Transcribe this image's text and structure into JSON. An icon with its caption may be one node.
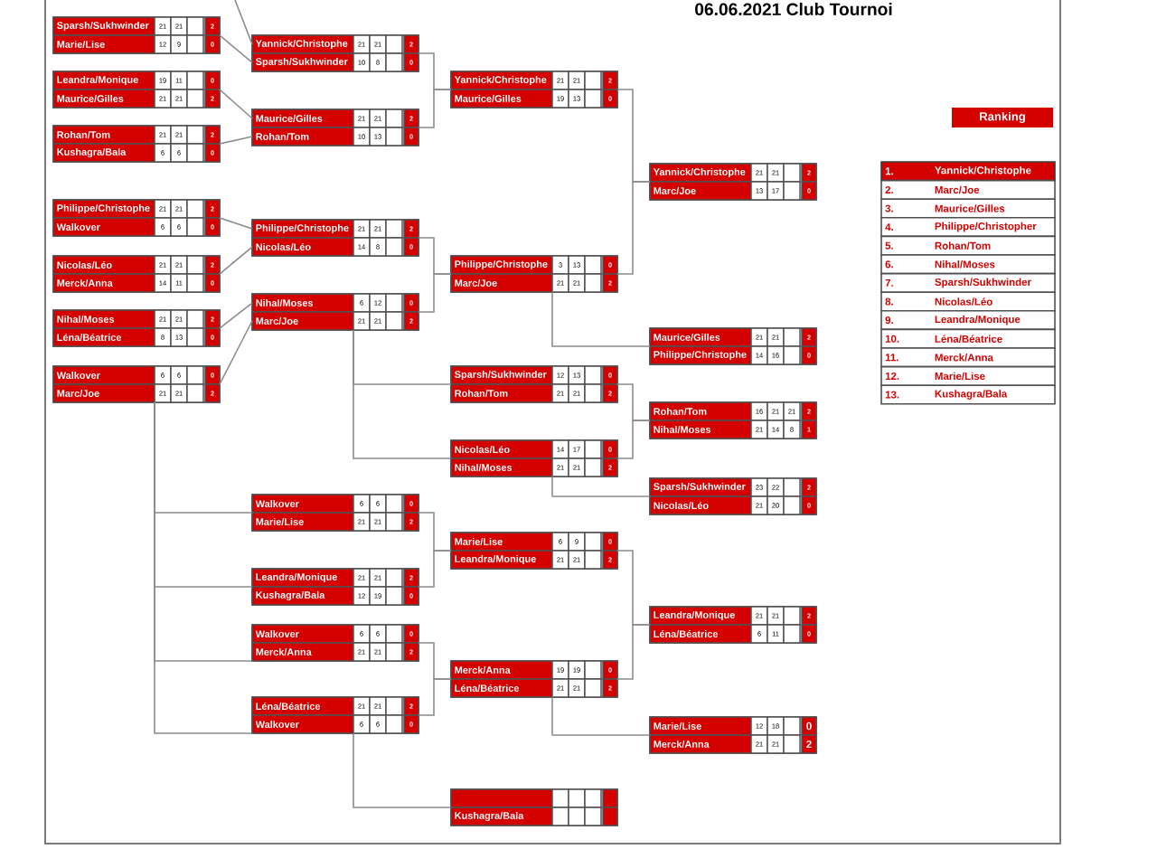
{
  "diagram": {
    "title": "06.06.2021 Club Tournoi",
    "nodes": [
      {
        "text": [],
        "shape": "box"
      },
      {
        "text": [
          "Sparsh/Sukhwinder",
          "21",
          "21",
          "2"
        ],
        "in": 0
      },
      {
        "text": [
          "Marie/Lise",
          "12",
          "9",
          "0"
        ],
        "in": 0
      },
      {
        "text": [],
        "shape": "box"
      },
      {
        "text": [
          "Leandra/Monique",
          "19",
          "11",
          "0"
        ],
        "in": 3
      },
      {
        "text": [
          "Maurice/Gilles",
          "21",
          "21",
          "2"
        ],
        "in": 3
      },
      {
        "text": [],
        "shape": "box"
      },
      {
        "text": [
          "Rohan/Tom",
          "21",
          "21",
          "2"
        ],
        "in": 6
      },
      {
        "text": [
          "Kushagra/Bala",
          "6",
          "6",
          "0"
        ],
        "in": 6
      },
      {
        "text": [],
        "shape": "box"
      },
      {
        "text": [
          "Philippe/Christophe",
          "21",
          "21",
          "2"
        ],
        "in": 9
      },
      {
        "text": [
          "Walkover",
          "6",
          "6",
          "0"
        ],
        "in": 9
      },
      {
        "text": [],
        "shape": "box"
      },
      {
        "text": [
          "Nicolas/Léo",
          "21",
          "21",
          "2"
        ],
        "in": 12
      },
      {
        "text": [
          "Merck/Anna",
          "14",
          "11",
          "0"
        ],
        "in": 12
      },
      {
        "text": [],
        "shape": "box"
      },
      {
        "text": [
          "Nihal/Moses",
          "21",
          "21",
          "2"
        ],
        "in": 15
      },
      {
        "text": [
          "Léna/Béatrice",
          "8",
          "13",
          "0"
        ],
        "in": 15
      },
      {
        "text": [],
        "shape": "box"
      },
      {
        "text": [
          "Walkover",
          "6",
          "6",
          "0"
        ],
        "in": 18
      },
      {
        "text": [
          "Marc/Joe",
          "21",
          "21",
          "2"
        ],
        "in": 18
      },
      {
        "text": [],
        "shape": "box"
      },
      {
        "text": [
          "Yannick/Christophe",
          "21",
          "21",
          "2"
        ],
        "in": 21
      },
      {
        "text": [
          "Sparsh/Sukhwinder",
          "10",
          "8",
          "0"
        ],
        "in": 21
      },
      {
        "text": [],
        "shape": "box"
      },
      {
        "text": [
          "Maurice/Gilles",
          "21",
          "21",
          "2"
        ],
        "in": 24
      },
      {
        "text": [
          "Rohan/Tom",
          "10",
          "13",
          "0"
        ],
        "in": 24
      },
      {
        "text": [],
        "shape": "box"
      },
      {
        "text": [
          "Philippe/Christophe",
          "21",
          "21",
          "2"
        ],
        "in": 27
      },
      {
        "text": [
          "Nicolas/Léo",
          "14",
          "8",
          "0"
        ],
        "in": 27
      },
      {
        "text": [],
        "shape": "box"
      },
      {
        "text": [
          "Nihal/Moses",
          "6",
          "12",
          "0"
        ],
        "in": 30
      },
      {
        "text": [
          "Marc/Joe",
          "21",
          "21",
          "2"
        ],
        "in": 30
      },
      {
        "text": [],
        "shape": "box"
      },
      {
        "text": [
          "Walkover",
          "6",
          "6",
          "0"
        ],
        "in": 33
      },
      {
        "text": [
          "Marie/Lise",
          "21",
          "21",
          "2"
        ],
        "in": 33
      },
      {
        "text": [],
        "shape": "box"
      },
      {
        "text": [
          "Leandra/Monique",
          "21",
          "21",
          "2"
        ],
        "in": 36
      },
      {
        "text": [
          "Kushagra/Bala",
          "12",
          "19",
          "0"
        ],
        "in": 36
      },
      {
        "text": [],
        "shape": "box"
      },
      {
        "text": [
          "Walkover",
          "6",
          "6",
          "0"
        ],
        "in": 39
      },
      {
        "text": [
          "Merck/Anna",
          "21",
          "21",
          "2"
        ],
        "in": 39
      },
      {
        "text": [],
        "shape": "box"
      },
      {
        "text": [
          "Léna/Béatrice",
          "21",
          "21",
          "2"
        ],
        "in": 42
      },
      {
        "text": [
          "Walkover",
          "6",
          "6",
          "0"
        ],
        "in": 42
      },
      {
        "text": [],
        "shape": "box"
      },
      {
        "text": [
          "Yannick/Christophe",
          "21",
          "21",
          "2"
        ],
        "in": 45
      },
      {
        "text": [
          "Maurice/Gilles",
          "19",
          "13",
          "0"
        ],
        "in": 45
      },
      {
        "text": [],
        "shape": "box"
      },
      {
        "text": [
          "Philippe/Christophe",
          "3",
          "13",
          "0"
        ],
        "in": 48
      },
      {
        "text": [
          "Marc/Joe",
          "21",
          "21",
          "2"
        ],
        "in": 48
      },
      {
        "text": [],
        "shape": "box"
      },
      {
        "text": [
          "Sparsh/Sukhwinder",
          "12",
          "13",
          "0"
        ],
        "in": 51
      },
      {
        "text": [
          "Rohan/Tom",
          "21",
          "21",
          "2"
        ],
        "in": 51
      },
      {
        "text": [],
        "shape": "box"
      },
      {
        "text": [
          "Nicolas/Léo",
          "14",
          "17",
          "0"
        ],
        "in": 54
      },
      {
        "text": [
          "Nihal/Moses",
          "21",
          "21",
          "2"
        ],
        "in": 54
      },
      {
        "text": [],
        "shape": "box"
      },
      {
        "text": [
          "Marie/Lise",
          "6",
          "9",
          "0"
        ],
        "in": 57
      },
      {
        "text": [
          "Leandra/Monique",
          "21",
          "21",
          "2"
        ],
        "in": 57
      },
      {
        "text": [],
        "shape": "box"
      },
      {
        "text": [
          "Merck/Anna",
          "19",
          "19",
          "0"
        ],
        "in": 60
      },
      {
        "text": [
          "Léna/Béatrice",
          "21",
          "21",
          "2"
        ],
        "in": 60
      },
      {
        "text": [],
        "shape": "box"
      },
      {
        "text": [],
        "shape": "box",
        "in": 63
      },
      {
        "text": [
          "Kushagra/Bala"
        ],
        "in": 63
      },
      {
        "text": [],
        "shape": "box"
      },
      {
        "text": [
          "Yannick/Christophe",
          "21",
          "21",
          "2"
        ],
        "in": 66
      },
      {
        "text": [
          "Marc/Joe",
          "13",
          "17",
          "0"
        ],
        "in": 66
      },
      {
        "text": [],
        "shape": "box"
      },
      {
        "text": [
          "Maurice/Gilles",
          "21",
          "21",
          "2"
        ],
        "in": 69
      },
      {
        "text": [
          "Philippe/Christophe",
          "14",
          "16",
          "0"
        ],
        "in": 69
      },
      {
        "text": [],
        "shape": "box"
      },
      {
        "text": [
          "Rohan/Tom",
          "16",
          "21",
          "21",
          "2"
        ],
        "in": 72
      },
      {
        "text": [
          "Nihal/Moses",
          "21",
          "14",
          "8",
          "1"
        ],
        "in": 72
      },
      {
        "text": [],
        "shape": "box"
      },
      {
        "text": [
          "Sparsh/Sukhwinder",
          "23",
          "22",
          "2"
        ],
        "in": 75
      },
      {
        "text": [
          "Nicolas/Léo",
          "21",
          "20",
          "0"
        ],
        "in": 75
      },
      {
        "text": [],
        "shape": "box"
      },
      {
        "text": [
          "Leandra/Monique",
          "21",
          "21",
          "2"
        ],
        "in": 78
      },
      {
        "text": [
          "Léna/Béatrice",
          "6",
          "11",
          "0"
        ],
        "in": 78
      },
      {
        "text": [],
        "shape": "box"
      },
      {
        "text": [
          "Marie/Lise",
          "12",
          "18",
          "0"
        ],
        "in": 81
      },
      {
        "text": [
          "Merck/Anna",
          "21",
          "21",
          "2"
        ],
        "in": 81
      },
      {
        "text": [
          "Ranking"
        ]
      }
    ],
    "edges": [
      {
        "from": null,
        "to": 22,
        "arrow": "none"
      },
      {
        "from": 0,
        "to": 23,
        "arrow": "none"
      },
      {
        "from": 3,
        "to": 25,
        "arrow": "none"
      },
      {
        "from": 6,
        "to": 26,
        "arrow": "none"
      },
      {
        "from": 9,
        "to": 28,
        "arrow": "none"
      },
      {
        "from": 12,
        "to": 29,
        "arrow": "none"
      },
      {
        "from": 15,
        "to": 31,
        "arrow": "none"
      },
      {
        "from": 18,
        "to": 32,
        "arrow": "none"
      },
      {
        "from": 21,
        "to": 45,
        "arrow": "none"
      },
      {
        "from": 24,
        "to": 45,
        "arrow": "none"
      },
      {
        "from": 27,
        "to": 48,
        "arrow": "none"
      },
      {
        "from": 30,
        "to": 48,
        "arrow": "none"
      },
      {
        "from": 30,
        "to": 51,
        "arrow": "none"
      },
      {
        "from": 30,
        "to": 54,
        "arrow": "none"
      },
      {
        "from": 18,
        "to": 33,
        "arrow": "none"
      },
      {
        "from": 18,
        "to": 36,
        "arrow": "none"
      },
      {
        "from": 18,
        "to": 39,
        "arrow": "none"
      },
      {
        "from": 18,
        "to": 42,
        "arrow": "none"
      },
      {
        "from": 33,
        "to": 57,
        "arrow": "none"
      },
      {
        "from": 36,
        "to": 57,
        "arrow": "none"
      },
      {
        "from": 39,
        "to": 60,
        "arrow": "none"
      },
      {
        "from": 42,
        "to": 60,
        "arrow": "none"
      },
      {
        "from": 42,
        "to": 63,
        "arrow": "none"
      },
      {
        "from": 45,
        "to": 66,
        "arrow": "none"
      },
      {
        "from": 48,
        "to": 66,
        "arrow": "none"
      },
      {
        "from": 48,
        "to": 69,
        "arrow": "none"
      },
      {
        "from": 51,
        "to": 72,
        "arrow": "none"
      },
      {
        "from": 54,
        "to": 72,
        "arrow": "none"
      },
      {
        "from": 54,
        "to": 75,
        "arrow": "none"
      },
      {
        "from": 57,
        "to": 78,
        "arrow": "none"
      },
      {
        "from": 60,
        "to": 78,
        "arrow": "none"
      },
      {
        "from": 60,
        "to": 81,
        "arrow": "none"
      }
    ],
    "labels": [
      "1.",
      "Yannick/Christophe",
      "2.",
      "Marc/Joe",
      "3.",
      "Maurice/Gilles",
      "4.",
      "Philippe/Christopher",
      "5.",
      "Rohan/Tom",
      "6.",
      "Nihal/Moses",
      "7.",
      "Sparsh/Sukhwinder",
      "8.",
      "Nicolas/Léo",
      "9.",
      "Leandra/Monique",
      "10.",
      "Léna/Béatrice",
      "11.",
      "Merck/Anna",
      "12.",
      "Marie/Lise",
      "13.",
      "Kushagra/Bala"
    ]
  }
}
